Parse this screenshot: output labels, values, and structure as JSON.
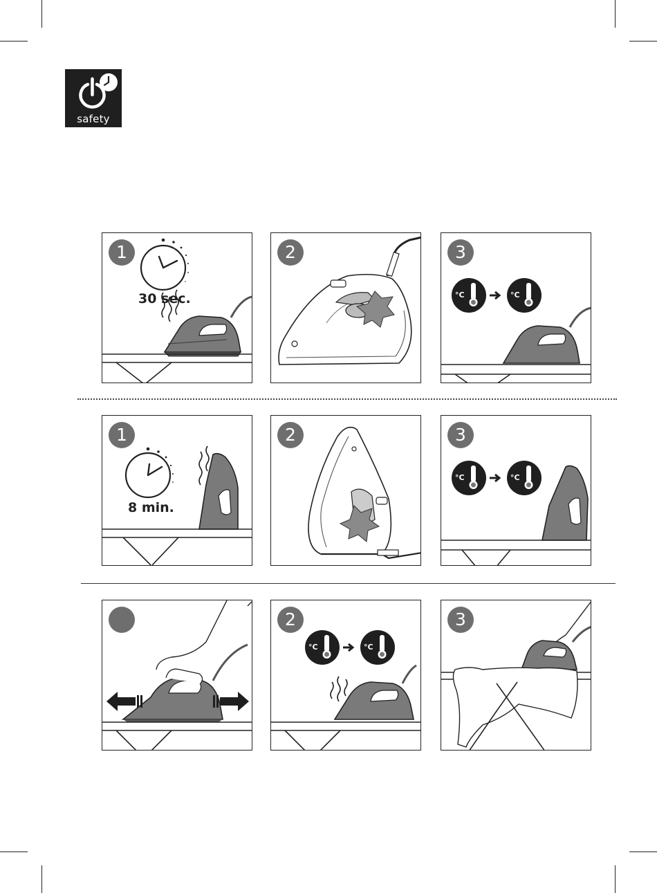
{
  "safety_badge": {
    "label": "safety",
    "icon": "power-clock-icon"
  },
  "rows": [
    {
      "panels": [
        {
          "step": "1",
          "caption": "30 sec."
        },
        {
          "step": "2"
        },
        {
          "step": "3"
        }
      ]
    },
    {
      "panels": [
        {
          "step": "1",
          "caption": "8 min."
        },
        {
          "step": "2"
        },
        {
          "step": "3"
        }
      ]
    },
    {
      "panels": [
        {
          "step": ""
        },
        {
          "step": "2"
        },
        {
          "step": "3"
        }
      ]
    }
  ],
  "temp_symbol": "°C",
  "colors": {
    "badge_bg": "#1f1f1f",
    "iron_fill": "#7a7a7a",
    "step_badge": "#6e6e6e",
    "line": "#222222"
  }
}
